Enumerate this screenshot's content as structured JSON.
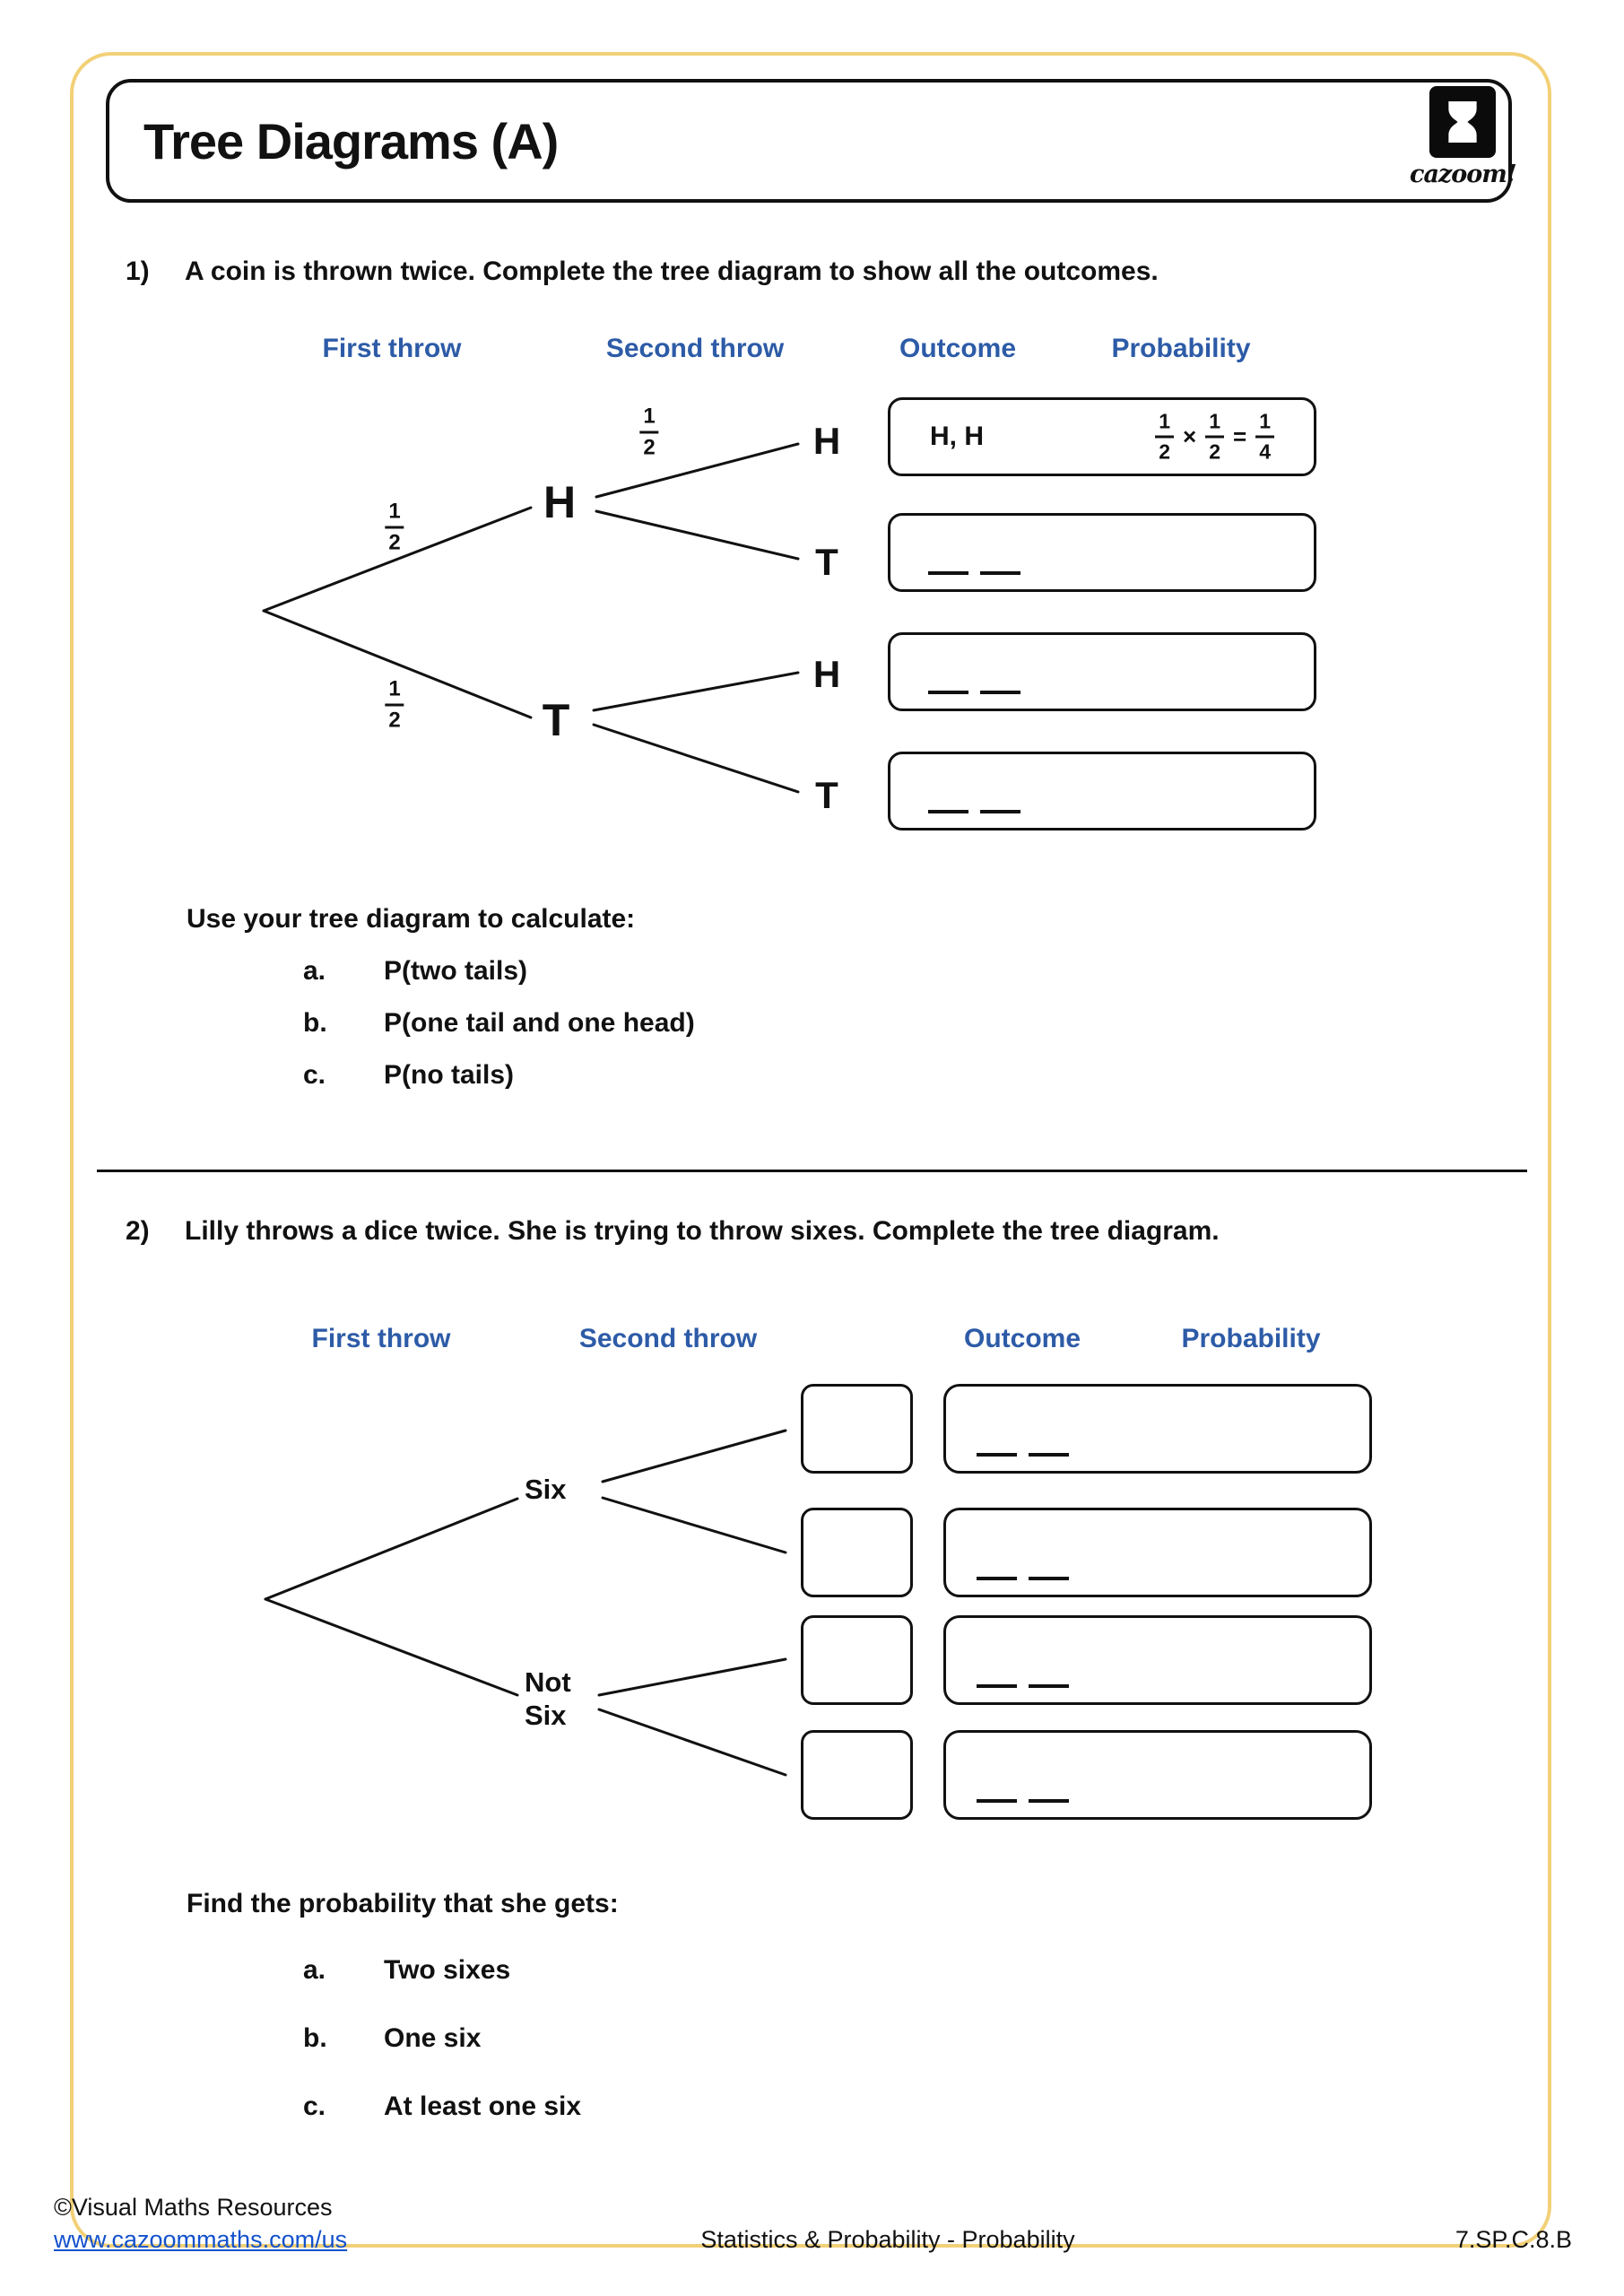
{
  "header": {
    "title": "Tree Diagrams (A)",
    "brand": "cazoom!"
  },
  "colors": {
    "accent_blue": "#2d5ba7",
    "border_yellow": "#f2d077",
    "link_blue": "#1352cc",
    "ink": "#111111"
  },
  "q1": {
    "number": "1)",
    "prompt": "A coin is thrown twice. Complete the tree diagram to show all the outcomes.",
    "col_headers": {
      "first": "First throw",
      "second": "Second throw",
      "outcome": "Outcome",
      "probability": "Probability"
    },
    "tree": {
      "branch1_prob": {
        "num": "1",
        "den": "2"
      },
      "branch2_prob": {
        "num": "1",
        "den": "2"
      },
      "branch3_prob": {
        "num": "1",
        "den": "2"
      },
      "first_labels": {
        "h": "H",
        "t": "T"
      },
      "second_labels": {
        "hh": "H",
        "ht": "T",
        "th": "H",
        "tt": "T"
      }
    },
    "outcome_box1": {
      "outcome": "H, H",
      "frac1": {
        "num": "1",
        "den": "2"
      },
      "times": "×",
      "frac2": {
        "num": "1",
        "den": "2"
      },
      "equals": "=",
      "result": {
        "num": "1",
        "den": "4"
      }
    },
    "calc_title": "Use your tree diagram to calculate:",
    "items": [
      {
        "letter": "a.",
        "text": "P(two tails)"
      },
      {
        "letter": "b.",
        "text": "P(one tail and one head)"
      },
      {
        "letter": "c.",
        "text": "P(no tails)"
      }
    ]
  },
  "q2": {
    "number": "2)",
    "prompt": "Lilly throws a dice twice. She is trying to throw sixes. Complete the tree diagram.",
    "col_headers": {
      "first": "First throw",
      "second": "Second throw",
      "outcome": "Outcome",
      "probability": "Probability"
    },
    "tree": {
      "first_labels": {
        "six": "Six",
        "notsix": "Not Six"
      }
    },
    "calc_title": "Find the probability that she gets:",
    "items": [
      {
        "letter": "a.",
        "text": "Two sixes"
      },
      {
        "letter": "b.",
        "text": "One six"
      },
      {
        "letter": "c.",
        "text": "At least one six"
      }
    ]
  },
  "footer": {
    "copyright": "©Visual Maths Resources",
    "link": "www.cazoommaths.com/us",
    "center": "Statistics & Probability - Probability",
    "code": "7.SP.C.8.B"
  }
}
